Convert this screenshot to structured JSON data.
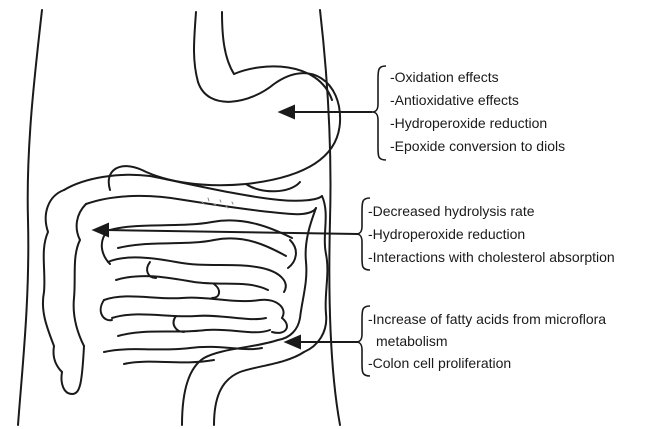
{
  "groups": [
    {
      "id": "stomach",
      "items": [
        "-Oxidation effects",
        "-Antioxidative effects",
        "-Hydroperoxide reduction",
        "-Epoxide conversion to diols"
      ]
    },
    {
      "id": "small-intestine",
      "items": [
        "-Decreased hydrolysis rate",
        "-Hydroperoxide reduction",
        "-Interactions with cholesterol absorption"
      ]
    },
    {
      "id": "colon",
      "items": [
        "-Increase of fatty acids from microflora",
        "metabolism",
        "-Colon cell proliferation"
      ]
    }
  ],
  "colors": {
    "line": "#1a1a1a",
    "background": "#ffffff"
  }
}
